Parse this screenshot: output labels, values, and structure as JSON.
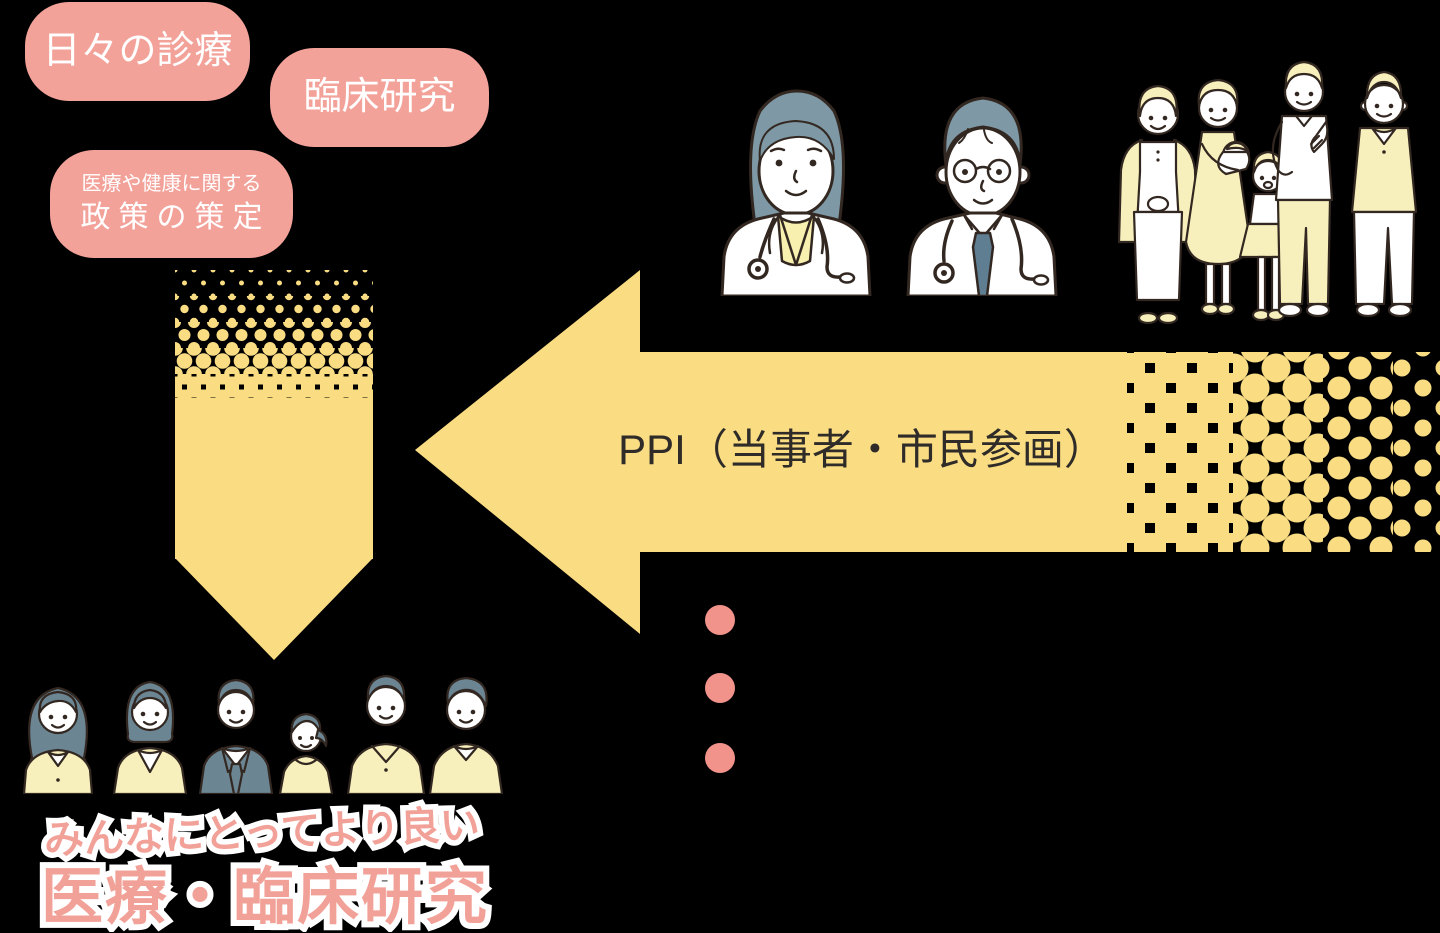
{
  "topics": [
    {
      "label": "日々の診療"
    },
    {
      "label": "臨床研究"
    },
    {
      "line1": "医療や健康に関する",
      "line2": "政策の策定"
    }
  ],
  "arrow": {
    "label": "PPI（当事者・市民参画）"
  },
  "outcome": {
    "line1": "みんなにとってより良い",
    "line2": "医療・臨床研究"
  },
  "icons": {
    "doctors": "doctors-illustration",
    "citizens": "citizens-family-illustration",
    "community": "community-people-illustration",
    "ppi_arrow": "left-arrow",
    "flow_arrow": "down-arrow",
    "ellipsis": "three-dots"
  },
  "colors": {
    "pink": "#F3A29A",
    "dot_pink": "#F2938B",
    "yellow": "#FADD82",
    "pale_yellow": "#F7F0BC",
    "inner_yellow": "#F7F0AE",
    "outline": "#332821",
    "slate": "#7E98A5",
    "slate_deep": "#6C8593",
    "tie_blue": "#5F7E91",
    "text_dark": "#2F2B28",
    "caption_pink": "#F2A198",
    "background": "#000000"
  }
}
